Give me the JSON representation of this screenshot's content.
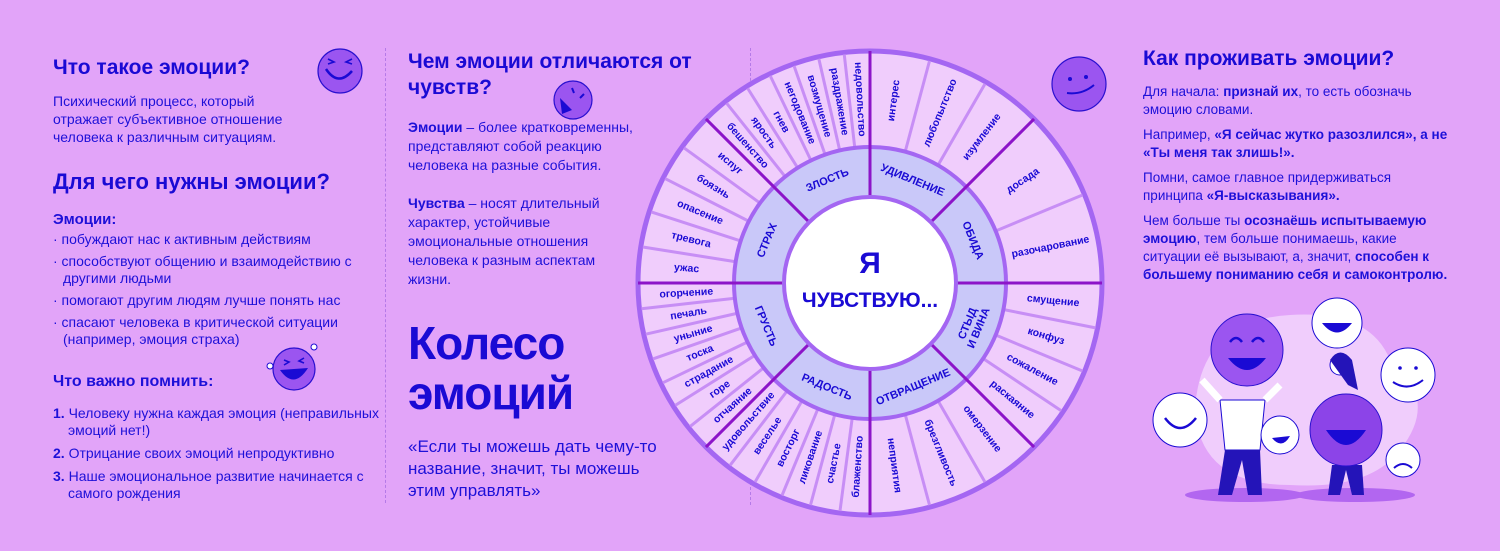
{
  "left": {
    "what_title": "Что такое эмоции?",
    "what_text": "Психический процесс, который отражает субъективное отношение человека к различным ситуациям.",
    "why_title": "Для чего нужны эмоции?",
    "why_subtitle": "Эмоции:",
    "why_items": [
      "· побуждают нас к активным действиям",
      "· способствуют общению и взаимодействию с другими людьми",
      "· помогают другим людям лучше понять нас",
      "· спасают человека в критической ситуации (например, эмоция страха)"
    ],
    "remember_title": "Что важно помнить:",
    "remember_items": [
      {
        "num": "1.",
        "text": "Человеку нужна каждая эмоция (неправильных эмоций нет!)"
      },
      {
        "num": "2.",
        "text": "Отрицание своих эмоций непродуктивно"
      },
      {
        "num": "3.",
        "text": "Наше эмоциональное развитие начинается с самого рождения"
      }
    ]
  },
  "middle": {
    "diff_title": "Чем эмоции отличаются от чувств?",
    "emotions_term": "Эмоции",
    "emotions_def": " – более кратковременны, представляют собой реакцию человека на разные события.",
    "feelings_term": "Чувства",
    "feelings_def": " – носят длительный характер, устойчивые эмоциональные отношения человека к разным аспектам жизни.",
    "wheel_title_1": "Колесо",
    "wheel_title_2": "эмоций",
    "quote": "«Если ты можешь дать чему-то название, значит, ты можешь этим управлять»"
  },
  "wheel": {
    "center_1": "Я",
    "center_2": "ЧУВСТВУЮ...",
    "sectors": [
      {
        "name": "УДИВЛЕНИЕ",
        "words": [
          "интерес",
          "любопытство",
          "изумление"
        ]
      },
      {
        "name": "ОБИДА",
        "words": [
          "досада",
          "разочарование"
        ]
      },
      {
        "name": "СТЫД И ВИНА",
        "words": [
          "смущение",
          "конфуз",
          "сожаление",
          "раскаяние"
        ]
      },
      {
        "name": "ОТВРАЩЕНИЕ",
        "words": [
          "омерзение",
          "брезгливость",
          "неприятия"
        ]
      },
      {
        "name": "РАДОСТЬ",
        "words": [
          "блаженство",
          "счастье",
          "ликование",
          "восторг",
          "веселье",
          "удовольствие"
        ]
      },
      {
        "name": "ГРУСТЬ",
        "words": [
          "отчаяние",
          "горе",
          "страдание",
          "тоска",
          "уныние",
          "печаль",
          "огорчение"
        ]
      },
      {
        "name": "СТРАХ",
        "words": [
          "ужас",
          "тревога",
          "опасение",
          "боязнь",
          "испуг"
        ]
      },
      {
        "name": "ЗЛОСТЬ",
        "words": [
          "бешенство",
          "ярость",
          "гнев",
          "негодование",
          "возмущение",
          "раздражение",
          "недовольство"
        ]
      }
    ]
  },
  "right": {
    "title": "Как проживать эмоции?",
    "p1": [
      "Для начала: ",
      "признай их",
      ", то есть обозначь эмоцию словами."
    ],
    "p2": [
      "Например, ",
      "«Я сейчас жутко разозлился», а не «Ты меня так злишь!»."
    ],
    "p3": [
      "Помни, самое главное придерживаться принципа ",
      "«Я-высказывания»."
    ],
    "p4": [
      "Чем больше ты ",
      "осознаёшь испытываемую эмоцию",
      ", тем больше понимаешь, какие ситуации её вызывают, а, значит, ",
      "способен к большему пониманию себя и самоконтролю."
    ]
  },
  "colors": {
    "background": "#e2a4f9",
    "text": "#1d10d8",
    "wheel_outer": "#f0cdfc",
    "wheel_inner": "#c9c8f9",
    "wheel_border": "#a466f2",
    "divider": "#8c14c8",
    "emoji": "#9b55f0"
  }
}
